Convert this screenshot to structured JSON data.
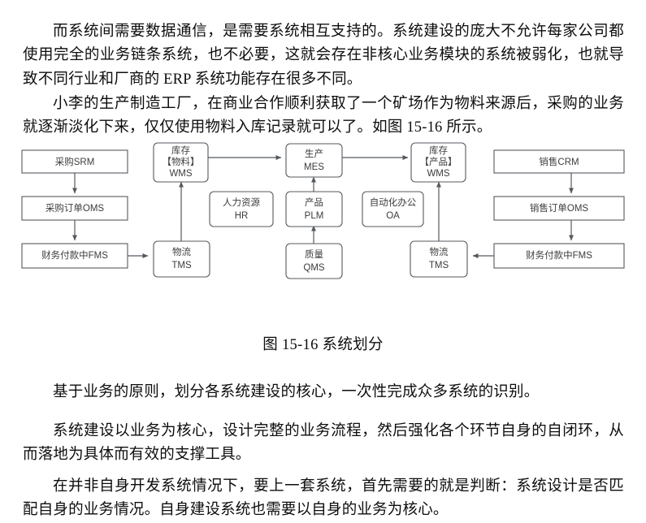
{
  "document": {
    "paragraphs": [
      "而系统间需要数据通信，是需要系统相互支持的。系统建设的庞大不允许每家公司都使用完全的业务链条系统，也不必要，这就会存在非核心业务模块的系统被弱化，也就导致不同行业和厂商的 ERP 系统功能存在很多不同。",
      "小李的生产制造工厂，在商业合作顺利获取了一个矿场作为物料来源后，采购的业务就逐渐淡化下来，仅仅使用物料入库记录就可以了。如图 15-16 所示。",
      "基于业务的原则，划分各系统建设的核心，一次性完成众多系统的识别。",
      "系统建设以业务为核心，设计完整的业务流程，然后强化各个环节自身的自闭环，从而落地为具体而有效的支撑工具。",
      "在并非自身开发系统情况下，要上一套系统，首先需要的就是判断：系统设计是否匹配自身的业务情况。自身建设系统也需要以自身的业务为核心。"
    ],
    "figure_caption": "图 15-16 系统划分"
  },
  "figure": {
    "nodes": {
      "purchase_srm": "采购SRM",
      "purchase_order_oms": "采购订单OMS",
      "finance_payment_fms_left": "财务付款中FMS",
      "logistics_tms_left": "物流\nTMS",
      "inventory_material_wms": "库存\n【物料】\nWMS",
      "hr": "人力资源\nHR",
      "production_mes": "生产\nMES",
      "product_plm": "产品\nPLM",
      "quality_qms": "质量\nQMS",
      "office_oa": "自动化办公\nOA",
      "inventory_product_wms": "库存\n【产品】\nWMS",
      "logistics_tms_right": "物流\nTMS",
      "sales_crm": "销售CRM",
      "sales_order_oms": "销售订单OMS",
      "finance_payment_fms_right": "财务付款中FMS"
    },
    "node_lines": {
      "purchase_srm": [
        "采购SRM"
      ],
      "purchase_order_oms": [
        "采购订单OMS"
      ],
      "finance_payment_fms_left": [
        "财务付款中FMS"
      ],
      "logistics_tms_left": [
        "物流",
        "TMS"
      ],
      "inventory_material_wms": [
        "库存",
        "【物料】",
        "WMS"
      ],
      "hr": [
        "人力资源",
        "HR"
      ],
      "production_mes": [
        "生产",
        "MES"
      ],
      "product_plm": [
        "产品",
        "PLM"
      ],
      "quality_qms": [
        "质量",
        "QMS"
      ],
      "office_oa": [
        "自动化办公",
        "OA"
      ],
      "inventory_product_wms": [
        "库存",
        "【产品】",
        "WMS"
      ],
      "logistics_tms_right": [
        "物流",
        "TMS"
      ],
      "sales_crm": [
        "销售CRM"
      ],
      "sales_order_oms": [
        "销售订单OMS"
      ],
      "finance_payment_fms_right": [
        "财务付款中FMS"
      ]
    },
    "colors": {
      "border": "#55595f",
      "label": "#3c3c3c",
      "background": "#ffffff"
    }
  }
}
